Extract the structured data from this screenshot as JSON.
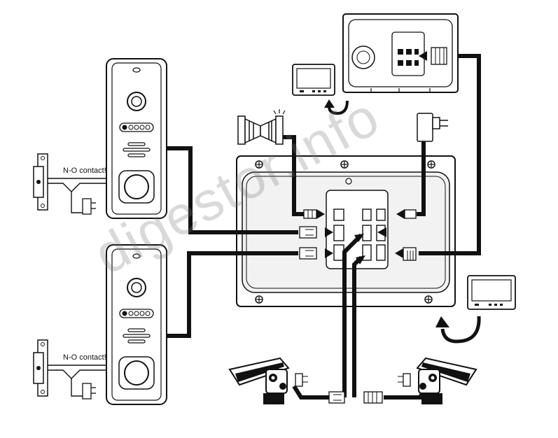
{
  "labels": {
    "contact_top": "N-O contact!",
    "contact_bottom": "N-O contact!"
  },
  "watermark": "digestor.info",
  "colors": {
    "line": "#111111",
    "fill": "#ffffff",
    "panel": "#e9e9e9",
    "watermark": "#9a9a9a"
  },
  "icons": [
    "door-station-icon",
    "electric-lock-icon",
    "monitor-icon",
    "distribution-box-icon",
    "power-adapter-icon",
    "cctv-camera-icon",
    "siren-icon",
    "rotate-arrow-icon"
  ]
}
